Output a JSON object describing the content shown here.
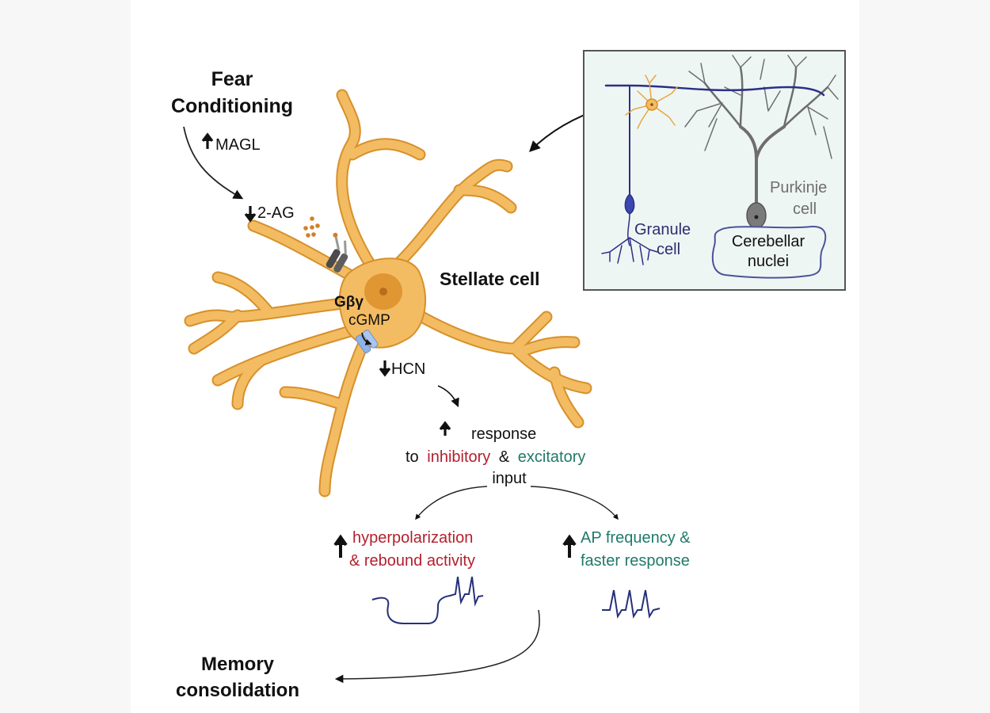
{
  "figure": {
    "type": "graphical-abstract",
    "colors": {
      "stellate_fill": "#f3bc62",
      "stellate_stroke": "#d7902a",
      "nucleus": "#dc8f2a",
      "granule_cell": "#2b2f86",
      "purkinje_cell": "#6e6e6e",
      "inset_background": "#eef6f4",
      "inhibitory_text": "#b3202e",
      "excitatory_text": "#1f7a6a",
      "trace": "#25307a",
      "hcn_channel": "#8fb2e8",
      "receptor": "#4a4a4a",
      "two_ag_dots": "#d0802a"
    },
    "labels": {
      "fear_line1": "Fear",
      "fear_line2": "Conditioning",
      "magl": "MAGL",
      "two_ag": "2-AG",
      "gbg": "Gβγ",
      "cgmp": "cGMP",
      "hcn": "HCN",
      "stellate": "Stellate cell",
      "response_line1": "response",
      "response_to": "to",
      "inhibitory": "inhibitory",
      "ampersand": "&",
      "excitatory": "excitatory",
      "input": "input",
      "hyper_line1": "hyperpolarization",
      "hyper_line2": "& rebound activity",
      "ap_line1": "AP frequency &",
      "ap_line2": "faster response",
      "memory_line1": "Memory",
      "memory_line2": "consolidation"
    },
    "inset": {
      "granule_line1": "Granule",
      "granule_line2": "cell",
      "purkinje_line1": "Purkinje",
      "purkinje_line2": "cell",
      "nuclei_line1": "Cerebellar",
      "nuclei_line2": "nuclei"
    },
    "indicators": {
      "magl": "up",
      "two_ag": "down",
      "hcn": "down",
      "response": "up",
      "hyperpolarization": "up",
      "ap_frequency": "up"
    }
  }
}
